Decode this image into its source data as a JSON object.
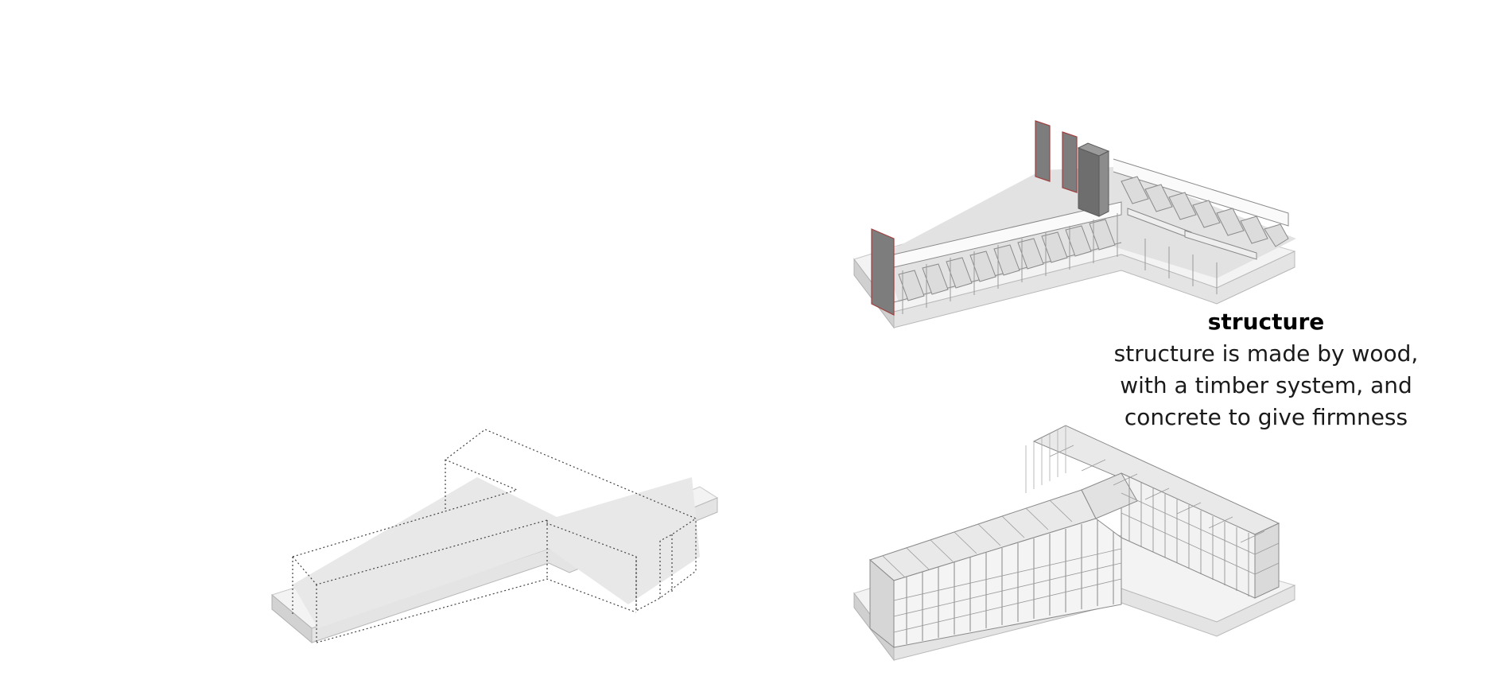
{
  "caption": {
    "title": "structure",
    "lines": [
      "structure is made by wood,",
      "with a timber system, and",
      "concrete to give firmness"
    ]
  },
  "diagrams": [
    {
      "id": "massing-volume",
      "kind": "dotted outline massing on slab"
    },
    {
      "id": "structure-walls",
      "kind": "concrete cores and timber frame"
    },
    {
      "id": "timber-frame",
      "kind": "full timber lattice structure"
    }
  ],
  "colors": {
    "slab": "#f2f2f2",
    "slab_edge": "#9a9a9a",
    "footprint": "#e6e6e6",
    "core": "#7d7d7d",
    "core_edge": "#a04040",
    "timber": "#c8c8c8",
    "line": "#7a7a7a"
  }
}
